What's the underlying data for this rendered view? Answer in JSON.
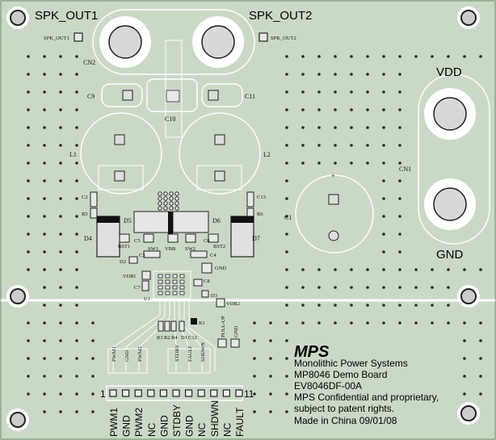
{
  "connectors": {
    "spk_out1": "SPK_OUT1",
    "spk_out2": "SPK_OUT2",
    "spk_out1_small": "SPK_OUT1",
    "spk_out2_small": "SPK_OUT2",
    "vdd": "VDD",
    "gnd": "GND",
    "cn1": "CN1",
    "cn2": "CN2"
  },
  "components": {
    "c9": "C9",
    "c10": "C10",
    "c11": "C11",
    "l1": "L1",
    "l2": "L2",
    "c1": "C1",
    "c1_polarity": "+",
    "c2": "C2",
    "r5": "R5",
    "c13": "C13",
    "r6": "R6",
    "d4": "D4",
    "d5": "D5",
    "d6": "D6",
    "d7": "D7",
    "c5": "C5",
    "c6": "C6",
    "sw1": "SW1",
    "sw2": "SW2",
    "bst1": "BST1",
    "bst2": "BST2",
    "vbb": "VBB",
    "c3": "C3",
    "c4": "C4",
    "d2": "D2",
    "vdri": "VDRI",
    "gnd_pad": "GND",
    "c7": "C7",
    "c8": "C8",
    "u1": "U1",
    "d3": "D3",
    "vdr2": "VDR2",
    "r3": "R3",
    "r2": "R2",
    "r4": "R4",
    "d1": "D1",
    "c12": "C12",
    "r1": "R1",
    "pull_up": "PULL-UP",
    "gnd_small": "GND",
    "pwm1_s": "PWM1",
    "gnd_s": "GND",
    "pwm2_s": "PWM2",
    "stdby_s": "STDBY",
    "fault_s": "FAULT",
    "shdwn_s": "SHDWN"
  },
  "header": {
    "pin1": "1",
    "pin11": "11",
    "pins": [
      "PWM1",
      "GND",
      "PWM2",
      "NC",
      "GND",
      "STDBY",
      "GND",
      "NC",
      "SHDWN",
      "NC",
      "FAULT"
    ]
  },
  "logo": "MPS",
  "info": {
    "line1": "Monolithic Power Systems",
    "line2": "MP8046 Demo Board",
    "line3": "EV8046DF-00A",
    "line4": "MPS Confidential and proprietary,",
    "line5": "subject to patent rights.",
    "line6": "Made in China   09/01/08"
  },
  "colors": {
    "board": "#c9d9c5",
    "silkscreen": "#ffffff",
    "ink": "#000000"
  }
}
